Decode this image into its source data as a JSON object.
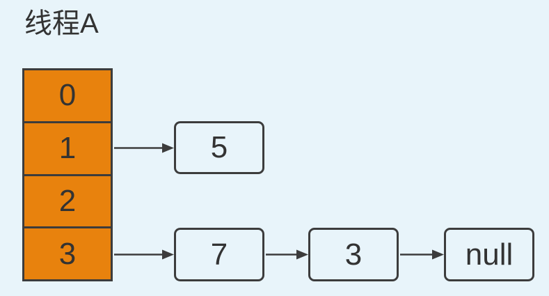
{
  "title": "线程A",
  "colors": {
    "background": "#E8F4FA",
    "array-fill": "#E8820D",
    "stroke": "#3C3C3C",
    "text": "#333333"
  },
  "array": {
    "cells": [
      {
        "label": "0"
      },
      {
        "label": "1"
      },
      {
        "label": "2"
      },
      {
        "label": "3"
      }
    ]
  },
  "chains": [
    {
      "from_cell": "1",
      "nodes": [
        {
          "value": "5"
        }
      ]
    },
    {
      "from_cell": "3",
      "nodes": [
        {
          "value": "7"
        },
        {
          "value": "3"
        },
        {
          "value": "null"
        }
      ]
    }
  ]
}
